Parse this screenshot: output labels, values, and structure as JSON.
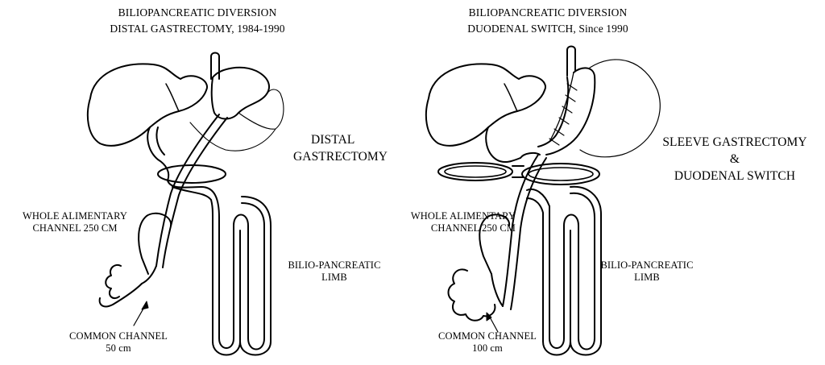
{
  "left": {
    "title_line1": "BILIOPANCREATIC DIVERSION",
    "title_line2": "DISTAL GASTRECTOMY, 1984-1990",
    "procedure_line1": "DISTAL",
    "procedure_line2": "GASTRECTOMY",
    "alimentary_line1": "WHOLE ALIMENTARY",
    "alimentary_line2": "CHANNEL 250  CM",
    "bp_line1": "BILIO-PANCREATIC",
    "bp_line2": "LIMB",
    "common_line1": "COMMON CHANNEL",
    "common_line2": "50  cm"
  },
  "right": {
    "title_line1": "BILIOPANCREATIC DIVERSION",
    "title_line2": "DUODENAL SWITCH, Since 1990",
    "procedure_line1": "SLEEVE GASTRECTOMY",
    "procedure_line2": "&",
    "procedure_line3": "DUODENAL SWITCH",
    "alimentary_line1": "WHOLE ALIMENTARY",
    "alimentary_line2": "CHANNEL 250 CM",
    "bp_line1": "BILIO-PANCREATIC",
    "bp_line2": "LIMB",
    "common_line1": "COMMON CHANNEL",
    "common_line2": "100 cm"
  },
  "colors": {
    "ink": "#000000",
    "background": "#ffffff"
  }
}
